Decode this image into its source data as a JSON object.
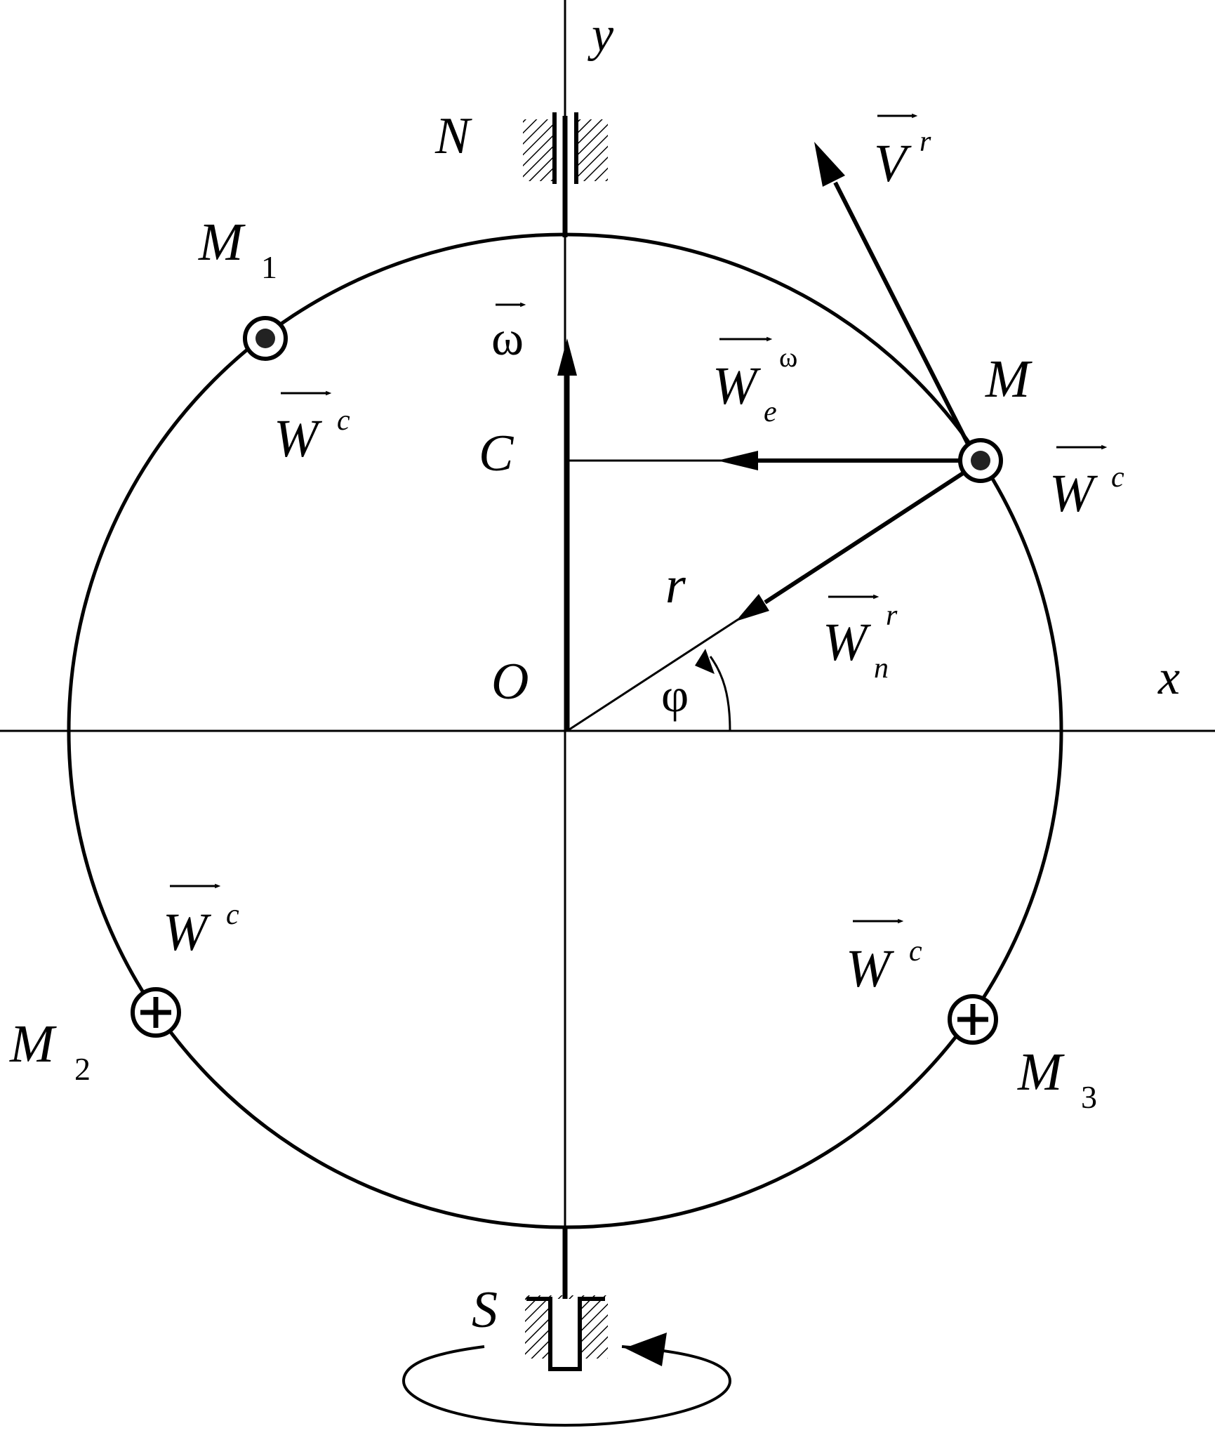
{
  "labels": {
    "axis_y": "y",
    "axis_x": "x",
    "bearing_top": "N",
    "bearing_bottom": "S",
    "origin": "O",
    "center": "C",
    "radius": "r",
    "angle": "φ",
    "omega": "ω",
    "point_m": "M",
    "point_m1": "M",
    "point_m1_sub": "1",
    "point_m2": "M",
    "point_m2_sub": "2",
    "point_m3": "M",
    "point_m3_sub": "3"
  },
  "vectors": {
    "v_rel": {
      "base": "V",
      "sup": "r"
    },
    "w_coriolis": {
      "base": "W",
      "sup": "c"
    },
    "w_transport": {
      "base": "W",
      "sub": "e",
      "sup": "ω"
    },
    "w_normal": {
      "base": "W",
      "sub": "n",
      "sup": "r"
    }
  },
  "markers": {
    "m": "dot",
    "m1": "dot",
    "m2": "cross",
    "m3": "cross"
  }
}
